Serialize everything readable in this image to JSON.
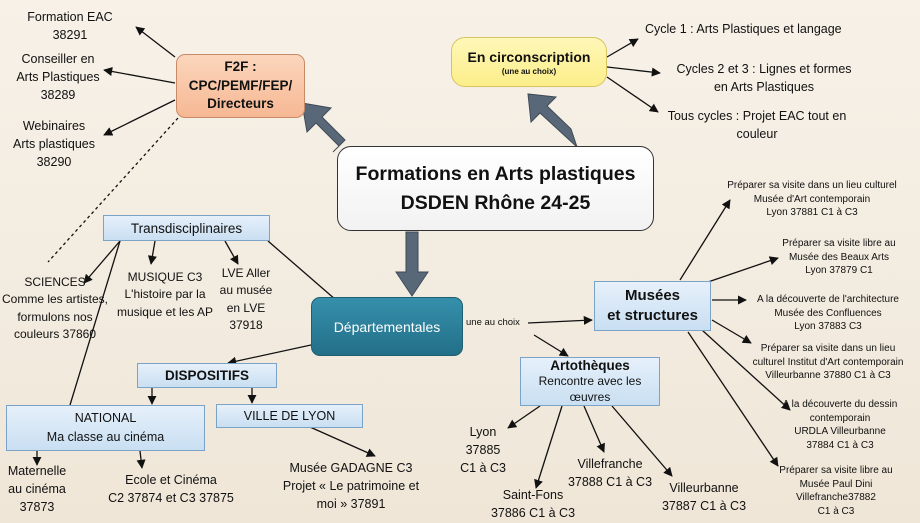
{
  "center": {
    "title_line1": "Formations en Arts plastiques",
    "title_line2": "DSDEN Rhône 24-25"
  },
  "f2f": {
    "title": "F2F :\nCPC/PEMF/FEP/\nDirecteurs",
    "items": [
      "Formation EAC\n38291",
      "Conseiller en\nArts Plastiques\n38289",
      "Webinaires\nArts plastiques\n38290"
    ]
  },
  "circonscription": {
    "title": "En circonscription",
    "subtitle": "(une au choix)",
    "items": [
      "Cycle 1 : Arts Plastiques et langage",
      "Cycles 2 et 3 : Lignes et formes\nen Arts Plastiques",
      "Tous cycles : Projet EAC tout en\ncouleur"
    ]
  },
  "departementales": {
    "title": "Départementales",
    "choice_note": "une au choix"
  },
  "transdisciplinaires": {
    "title": "Transdisciplinaires",
    "items": [
      "SCIENCES\nComme les artistes,\nformulons nos\ncouleurs 37860",
      "MUSIQUE C3\nL'histoire par la\nmusique et les AP",
      "LVE Aller\nau musée\nen LVE\n37918"
    ]
  },
  "dispositifs": {
    "title": "DISPOSITIFS",
    "national": {
      "title": "NATIONAL\nMa classe au cinéma",
      "items": [
        "Maternelle\nau cinéma\n37873",
        "Ecole et Cinéma\nC2  37874 et C3 37875"
      ]
    },
    "ville": {
      "title": "VILLE DE LYON",
      "item": "Musée GADAGNE C3\nProjet  « Le patrimoine et\nmoi » 37891"
    }
  },
  "artotheques": {
    "title": "Artothèques",
    "subtitle": "Rencontre avec les\nœuvres",
    "items": [
      "Lyon\n37885\nC1 à C3",
      "Saint-Fons\n37886 C1 à C3",
      "Villefranche\n37888 C1 à C3",
      "Villeurbanne\n37887 C1 à C3"
    ]
  },
  "musees": {
    "title": "Musées\net structures",
    "items": [
      "Préparer sa visite dans un lieu culturel\nMusée d'Art contemporain\nLyon 37881 C1 à C3",
      "Préparer sa visite libre au\nMusée des Beaux Arts\nLyon 37879 C1",
      "A la découverte de l'architecture\nMusée des Confluences\nLyon 37883 C3",
      "Préparer sa visite dans un lieu\nculturel Institut d'Art contemporain\nVilleurbanne 37880 C1 à C3",
      "A la découverte du dessin\ncontemporain\nURDLA Villeurbanne\n37884 C1 à C3",
      "Préparer sa visite libre au\nMusée Paul Dini\nVillefranche37882\nC1 à C3"
    ]
  },
  "colors": {
    "f2f_fill": "#f8c2a0",
    "circonscription_fill": "#fdf29a",
    "departementales_fill": "#2b7f9a",
    "arrow": "#596878"
  }
}
